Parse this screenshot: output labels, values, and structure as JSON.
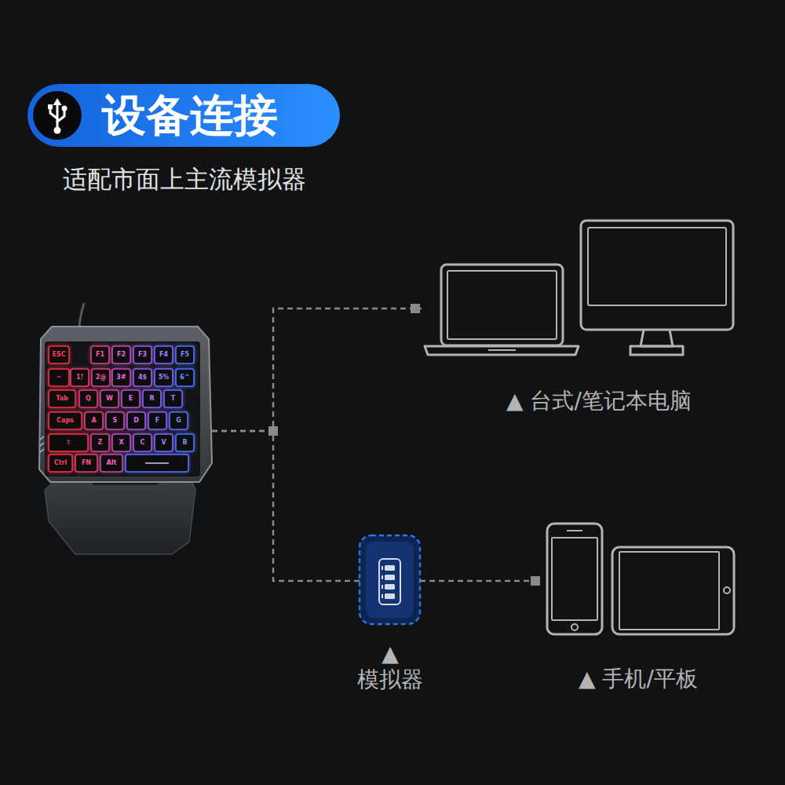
{
  "diagram": {
    "title": "设备连接",
    "nodes": [
      {
        "text": [
          "ESC",
          "F1",
          "F2",
          "F3",
          "F4",
          "F5",
          "~",
          "1!",
          "2@",
          "3#",
          "4$",
          "5%",
          "6^",
          "Tab",
          "Q",
          "W",
          "E",
          "R",
          "T",
          "Caps",
          "A",
          "S",
          "D",
          "F",
          "G",
          "⇧",
          "Z",
          "X",
          "C",
          "V",
          "B",
          "Ctrl",
          "FN",
          "Alt"
        ]
      },
      {
        "text": [
          "▲ 台式/笔记本电脑"
        ]
      },
      {
        "text": [
          "▲ 模拟器"
        ]
      },
      {
        "text": [
          "▲ 手机/平板"
        ]
      }
    ],
    "edges": [
      {
        "from": 0,
        "to": 1,
        "arrow": "none"
      },
      {
        "from": 0,
        "to": 2,
        "arrow": "none"
      },
      {
        "from": 2,
        "to": 3,
        "arrow": "none"
      }
    ],
    "labels": [
      "适配市面上主流模拟器"
    ]
  }
}
